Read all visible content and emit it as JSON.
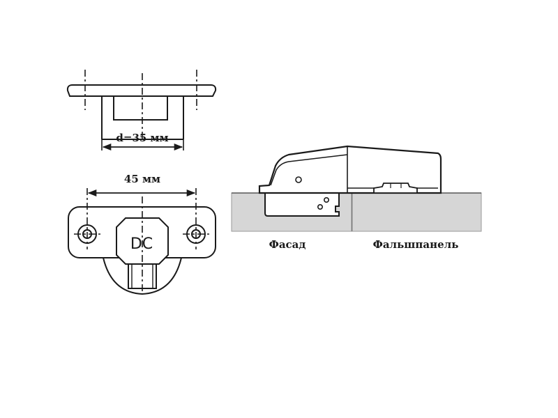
{
  "top_view": {
    "dimension_label": "d=35 мм"
  },
  "bottom_view": {
    "dimension_label": "45 мм",
    "mark_label": "DC"
  },
  "side_view": {
    "left_label": "Фасад",
    "right_label": "Фальшпанель"
  },
  "colors": {
    "line": "#1a1a1a",
    "panel": "#d6d6d6",
    "panel_edge": "#9a9a9a",
    "hinge_fill": "#ffffff"
  }
}
